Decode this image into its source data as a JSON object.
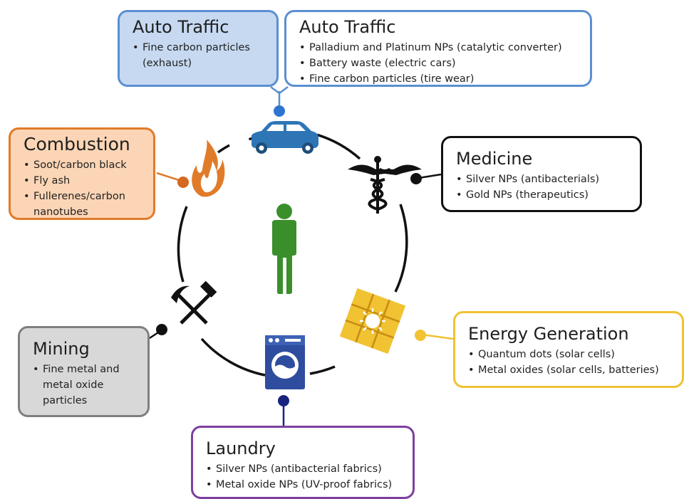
{
  "hub": {
    "icon": "person-icon"
  },
  "sources": {
    "auto_exhaust": {
      "title": "Auto Traffic",
      "items": [
        "Fine carbon particles (exhaust)"
      ],
      "icon": "car-icon",
      "border_color": "#5b8fd1",
      "fill_color": "#c6d9f1"
    },
    "auto_other": {
      "title": "Auto Traffic",
      "items": [
        "Palladium and Platinum NPs (catalytic converter)",
        "Battery waste (electric cars)",
        "Fine carbon particles (tire wear)"
      ],
      "border_color": "#5b8fd1"
    },
    "combustion": {
      "title": "Combustion",
      "items": [
        "Soot/carbon black",
        "Fly ash",
        "Fullerenes/carbon nanotubes"
      ],
      "icon": "flame-icon",
      "border_color": "#e07b2a",
      "fill_color": "#fbd5b5"
    },
    "medicine": {
      "title": "Medicine",
      "items": [
        "Silver NPs (antibacterials)",
        "Gold NPs (therapeutics)"
      ],
      "icon": "caduceus-icon",
      "border_color": "#111111"
    },
    "mining": {
      "title": "Mining",
      "items": [
        "Fine metal and metal oxide particles"
      ],
      "icon": "pickaxe-hammer-icon",
      "border_color": "#7f7f7f",
      "fill_color": "#d8d8d8"
    },
    "energy": {
      "title": "Energy Generation",
      "items": [
        "Quantum dots (solar cells)",
        "Metal oxides (solar cells, batteries)"
      ],
      "icon": "solar-panel-icon",
      "border_color": "#f1c232"
    },
    "laundry": {
      "title": "Laundry",
      "items": [
        "Silver NPs (antibacterial fabrics)",
        "Metal oxide NPs (UV-proof fabrics)"
      ],
      "icon": "washing-machine-icon",
      "border_color": "#7e3fa0"
    }
  }
}
